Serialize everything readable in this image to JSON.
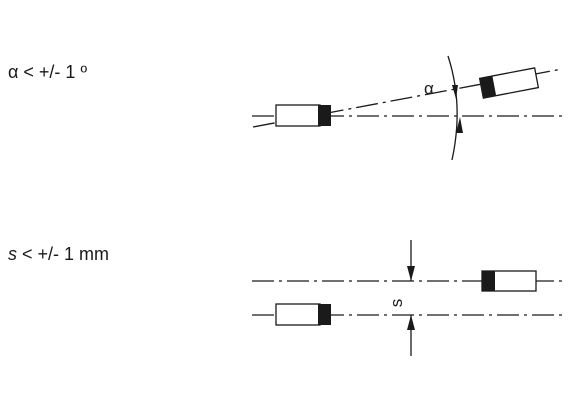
{
  "angle_tolerance": {
    "text": "α < +/- 1 º",
    "diagram_symbol": "α"
  },
  "offset_tolerance": {
    "variable": "s",
    "rest": " < +/- 1 mm",
    "diagram_symbol": "s"
  },
  "colors": {
    "line": "#1a1a1a",
    "fill": "#1a1a1a"
  }
}
